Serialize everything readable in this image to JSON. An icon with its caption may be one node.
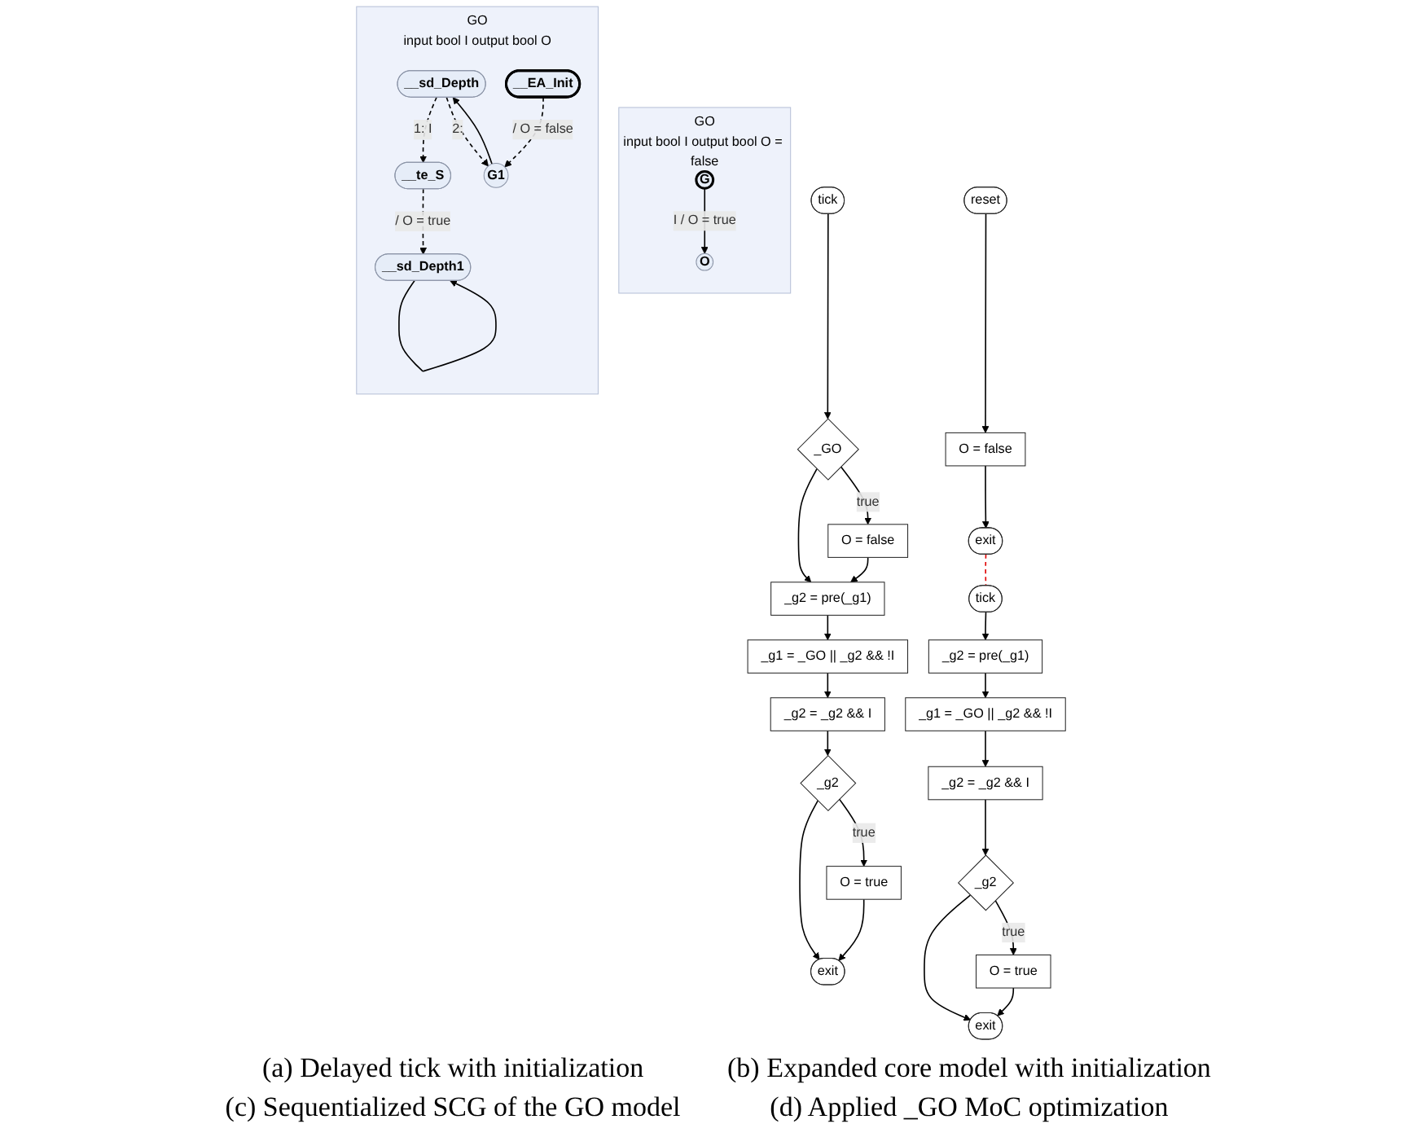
{
  "diagram": {
    "nodes": [
      {
        "text": [
          "GO",
          "input bool I output bool O = false"
        ]
      },
      {
        "text": [
          "G"
        ],
        "in": 0
      },
      {
        "text": [
          "O"
        ],
        "in": 0
      },
      {
        "text": [
          "GO",
          "input bool I output bool O"
        ]
      },
      {
        "text": [
          "__sd_Depth"
        ],
        "in": 3
      },
      {
        "text": [
          "__EA_Init"
        ],
        "in": 3
      },
      {
        "text": [
          "__te_S"
        ],
        "in": 3
      },
      {
        "text": [
          "G1"
        ],
        "in": 3
      },
      {
        "text": [
          "__sd_Depth1"
        ],
        "in": 3
      },
      {
        "text": [
          "tick"
        ]
      },
      {
        "text": [
          "_GO"
        ]
      },
      {
        "text": [
          "O = false"
        ]
      },
      {
        "text": [
          "_g2 = pre(_g1)"
        ]
      },
      {
        "text": [
          "_g1 = _GO || _g2 && !I"
        ]
      },
      {
        "text": [
          "_g2 = _g2 && I"
        ]
      },
      {
        "text": [
          "_g2"
        ]
      },
      {
        "text": [
          "O = true"
        ]
      },
      {
        "text": [
          "exit"
        ]
      },
      {
        "text": [
          "reset"
        ]
      },
      {
        "text": [
          "O = false"
        ]
      },
      {
        "text": [
          "exit"
        ]
      },
      {
        "text": [
          "tick"
        ]
      },
      {
        "text": [
          "_g2 = pre(_g1)"
        ]
      },
      {
        "text": [
          "_g1 = _GO || _g2 && !I"
        ]
      },
      {
        "text": [
          "_g2 = _g2 && I"
        ]
      },
      {
        "text": [
          "_g2"
        ]
      },
      {
        "text": [
          "O = true"
        ]
      },
      {
        "text": [
          "exit"
        ]
      }
    ],
    "edges": [
      {
        "from": 1,
        "to": 2,
        "arrow": "to",
        "label": "I / O = true"
      },
      {
        "from": 4,
        "to": 6,
        "arrow": "to",
        "label": "1: I",
        "style": "dashed"
      },
      {
        "from": 4,
        "to": 7,
        "arrow": "to",
        "label": "2:",
        "style": "dashed"
      },
      {
        "from": 7,
        "to": 4,
        "arrow": "to"
      },
      {
        "from": 5,
        "to": 7,
        "arrow": "to",
        "label": "/ O = false",
        "style": "dashed"
      },
      {
        "from": 6,
        "to": 8,
        "arrow": "to",
        "label": "/ O = true",
        "style": "dashed"
      },
      {
        "from": 8,
        "to": 8,
        "arrow": "to"
      },
      {
        "from": 9,
        "to": 10,
        "arrow": "to"
      },
      {
        "from": 10,
        "to": 11,
        "arrow": "to",
        "label": "true"
      },
      {
        "from": 10,
        "to": 12,
        "arrow": "to"
      },
      {
        "from": 11,
        "to": 12,
        "arrow": "to"
      },
      {
        "from": 12,
        "to": 13,
        "arrow": "to"
      },
      {
        "from": 13,
        "to": 14,
        "arrow": "to"
      },
      {
        "from": 14,
        "to": 15,
        "arrow": "to"
      },
      {
        "from": 15,
        "to": 16,
        "arrow": "to",
        "label": "true"
      },
      {
        "from": 15,
        "to": 17,
        "arrow": "to"
      },
      {
        "from": 16,
        "to": 17,
        "arrow": "to"
      },
      {
        "from": 18,
        "to": 19,
        "arrow": "to"
      },
      {
        "from": 19,
        "to": 20,
        "arrow": "to"
      },
      {
        "from": 20,
        "to": 21,
        "arrow": "none",
        "style": "dashed",
        "color": "#e00000"
      },
      {
        "from": 21,
        "to": 22,
        "arrow": "to"
      },
      {
        "from": 22,
        "to": 23,
        "arrow": "to"
      },
      {
        "from": 23,
        "to": 24,
        "arrow": "to"
      },
      {
        "from": 24,
        "to": 25,
        "arrow": "to"
      },
      {
        "from": 25,
        "to": 26,
        "arrow": "to",
        "label": "true"
      },
      {
        "from": 25,
        "to": 27,
        "arrow": "to"
      },
      {
        "from": 26,
        "to": 27,
        "arrow": "to"
      }
    ],
    "labels": [
      "(a) Delayed tick with initialization",
      "(b) Expanded core model with initialization",
      "(c) Sequentialized SCG of the GO model",
      "(d) Applied _GO MoC optimization"
    ]
  }
}
